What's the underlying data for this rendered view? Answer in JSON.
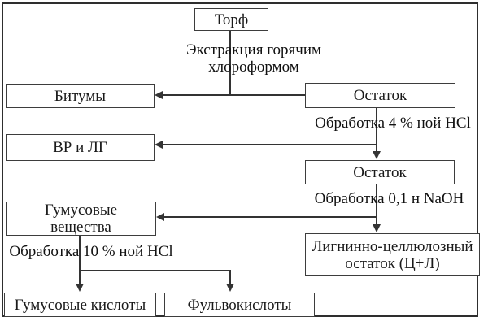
{
  "diagram": {
    "type": "flowchart",
    "language": "ru",
    "nodes": {
      "torf": {
        "label": "Торф"
      },
      "bitumy": {
        "label": "Битумы"
      },
      "ostatok1": {
        "label": "Остаток"
      },
      "vrlg": {
        "label": "ВР и ЛГ"
      },
      "ostatok2": {
        "label": "Остаток"
      },
      "gumves": {
        "line1": "Гумусовые",
        "line2": "вещества"
      },
      "lignin": {
        "line1": "Лигнинно-целлюлозный",
        "line2": "остаток (Ц+Л)"
      },
      "gumkis": {
        "label": "Гумусовые кислоты"
      },
      "fulvo": {
        "label": "Фульвокислоты"
      }
    },
    "edge_labels": {
      "extraction_line1": "Экстракция горячим",
      "extraction_line2": "хлороформом",
      "hcl4": "Обработка 4 % ной HCl",
      "naoh": "Обработка 0,1 н NaOH",
      "hcl10": "Обработка 10 % ной HCl"
    },
    "colors": {
      "background": "#ffffff",
      "frame_border": "#2e2e2e",
      "box_border": "#3d3d3d",
      "line": "#333333",
      "text": "#1a1a1a"
    }
  }
}
